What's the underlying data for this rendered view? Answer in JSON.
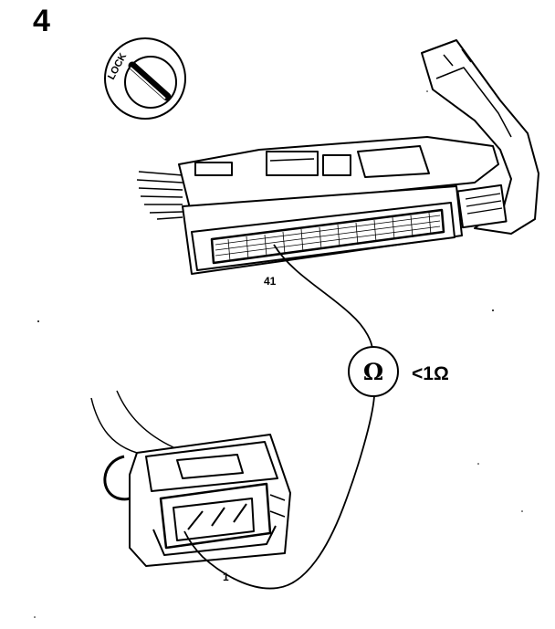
{
  "step_number": "4",
  "lock_symbol": {
    "label": "LOCK",
    "icon": "lock-key-icon"
  },
  "ecu_connector": {
    "pin_label": "41"
  },
  "sensor_connector": {
    "pin_label": "1"
  },
  "ohmmeter": {
    "symbol": "Ω",
    "reading": "<1Ω",
    "icon": "ohmmeter-icon"
  },
  "colors": {
    "ink": "#000000",
    "paper": "#ffffff"
  }
}
